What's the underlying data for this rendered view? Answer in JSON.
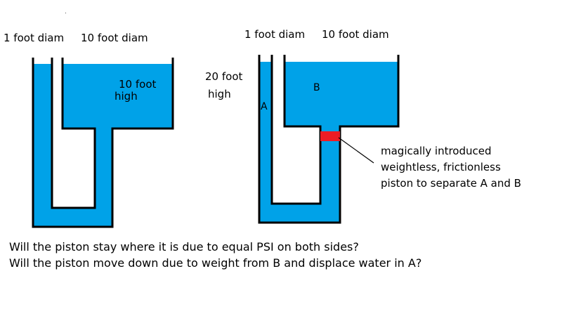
{
  "colors": {
    "water": "#00A2E8",
    "piston": "#ED1C24",
    "wall": "#000000",
    "background": "#FFFFFF"
  },
  "left_figure": {
    "label_narrow": "1 foot diam",
    "label_wide": "10 foot diam",
    "height_line1": "10 foot",
    "height_line2": "high"
  },
  "middle_label": {
    "line1": "20 foot",
    "line2": "high"
  },
  "right_figure": {
    "label_narrow": "1 foot diam",
    "label_wide": "10 foot diam",
    "label_a": "A",
    "label_b": "B"
  },
  "piston_note": "magically introduced weightless, frictionless piston to separate A and B",
  "questions": [
    "Will the piston stay where it is due to equal PSI on both sides?",
    "Will the piston move down due to weight from B and displace water in A?"
  ]
}
